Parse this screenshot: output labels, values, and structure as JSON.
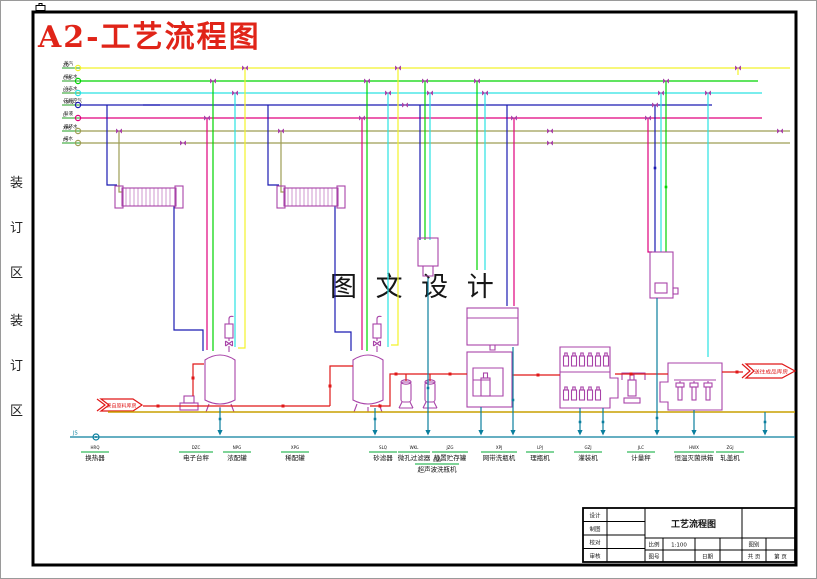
{
  "page": {
    "title": "A2-工艺流程图",
    "watermark": "图 文 设 计",
    "margin": [
      "装",
      "订",
      "区",
      "装",
      "订",
      "区"
    ]
  },
  "colors": {
    "title": "#e02418",
    "yellow": "#f2f22a",
    "green": "#00d400",
    "cyan": "#2ae2e2",
    "blue": "#1a1ab2",
    "magenta": "#e0007d",
    "olive": "#9e9e55",
    "red": "#e01818",
    "teal": "#0a7f9e",
    "floor": "#c8a000",
    "equip": "#a843a8",
    "leadgreen": "#1f9e1f",
    "underline": "#00aa33"
  },
  "legend": {
    "pipes": [
      {
        "code": "ZQ",
        "name": "蒸汽",
        "color": "#f2f22a"
      },
      {
        "code": "CHS",
        "name": "纯化水",
        "color": "#00d400"
      },
      {
        "code": "LDS",
        "name": "冷冻水",
        "color": "#2ae2e2"
      },
      {
        "code": "YSKQ",
        "name": "压缩空气",
        "color": "#1a1ab2"
      },
      {
        "code": "LY",
        "name": "料液",
        "color": "#e0007d"
      },
      {
        "code": "XHS",
        "name": "循环水",
        "color": "#9e9e55"
      },
      {
        "code": "PS",
        "name": "排水",
        "color": "#9e9e55"
      }
    ]
  },
  "flow": {
    "inlet_flag": "来自原料库房",
    "outlet_flag": "送往成品库房",
    "drain_code": "JS"
  },
  "equipment": [
    {
      "code": "HRQ",
      "name": "换热器"
    },
    {
      "code": "DZC",
      "name": "电子台秤"
    },
    {
      "code": "NPG",
      "name": "浓配罐"
    },
    {
      "code": "XPG",
      "name": "稀配罐"
    },
    {
      "code": "SLQ",
      "name": "砂滤器"
    },
    {
      "code": "WKL",
      "name": "微孔过滤器"
    },
    {
      "code": "JZG",
      "name": "静置贮存罐"
    },
    {
      "code": "XPJ",
      "name": "网带洗瓶机"
    },
    {
      "code": "LPJ",
      "name": "理瓶机"
    },
    {
      "code": "GZJ",
      "name": "灌装机"
    },
    {
      "code": "JLC",
      "name": "计量秤"
    },
    {
      "code": "HWX",
      "name": "恒温灭菌烘箱"
    },
    {
      "code": "ZGJ",
      "name": "轧盖机"
    }
  ],
  "note_label": {
    "code": "CSB",
    "name": "超声波洗瓶机"
  },
  "title_block": {
    "title": "工艺流程图",
    "left_rows": [
      "设计",
      "制图",
      "校对",
      "审核"
    ],
    "scale_label": "比例",
    "scale_value": "1:100",
    "no_label": "图号",
    "date_label": "日期",
    "class_label": "图别",
    "sheet_total": "共 页",
    "sheet_no": "第 页"
  }
}
